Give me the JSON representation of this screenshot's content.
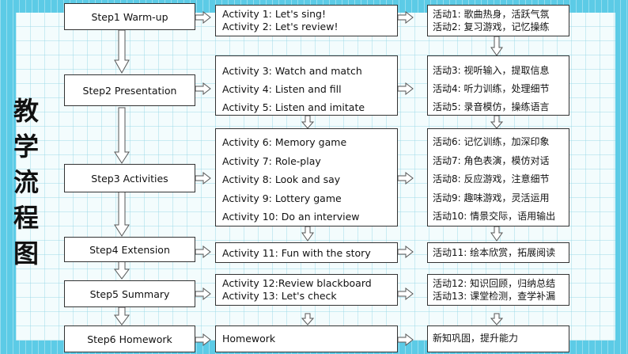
{
  "title": [
    "教",
    "学",
    "流",
    "程",
    "图"
  ],
  "steps": {
    "s1": "Step1 Warm-up",
    "s2": "Step2 Presentation",
    "s3": "Step3 Activities",
    "s4": "Step4 Extension",
    "s5": "Step5 Summary",
    "s6": "Step6 Homework"
  },
  "activities": {
    "g1": [
      "Activity 1: Let's sing!",
      "Activity 2: Let's review!"
    ],
    "g2": [
      "Activity 3: Watch and match",
      "Activity 4: Listen and fill",
      "Activity 5: Listen and imitate"
    ],
    "g3": [
      "Activity 6: Memory game",
      "Activity 7: Role-play",
      "Activity 8: Look and say",
      "Activity 9: Lottery game",
      "Activity 10: Do an interview"
    ],
    "g4": [
      "Activity 11: Fun with the story"
    ],
    "g5": [
      "Activity 12:Review blackboard",
      "Activity 13:  Let's check"
    ],
    "g6": [
      "Homework"
    ]
  },
  "goals": {
    "g1": [
      "活动1:  歌曲热身，活跃气氛",
      "活动2:  复习游戏，记忆操练"
    ],
    "g2": [
      "活动3:  视听输入，提取信息",
      "活动4:  听力训练，处理细节",
      "活动5:  录音模仿，操练语言"
    ],
    "g3": [
      "活动6:  记忆训练，加深印象",
      "活动7:  角色表演，模仿对话",
      "活动8:  反应游戏，注意细节",
      "活动9:  趣味游戏，灵活运用",
      "活动10:  情景交际，语用输出"
    ],
    "g4": [
      "活动11:  绘本欣赏，拓展阅读"
    ],
    "g5": [
      "活动12:  知识回顾，归纳总结",
      "活动13:  课堂检测，查学补漏"
    ],
    "g6": [
      "新知巩固，提升能力"
    ]
  }
}
